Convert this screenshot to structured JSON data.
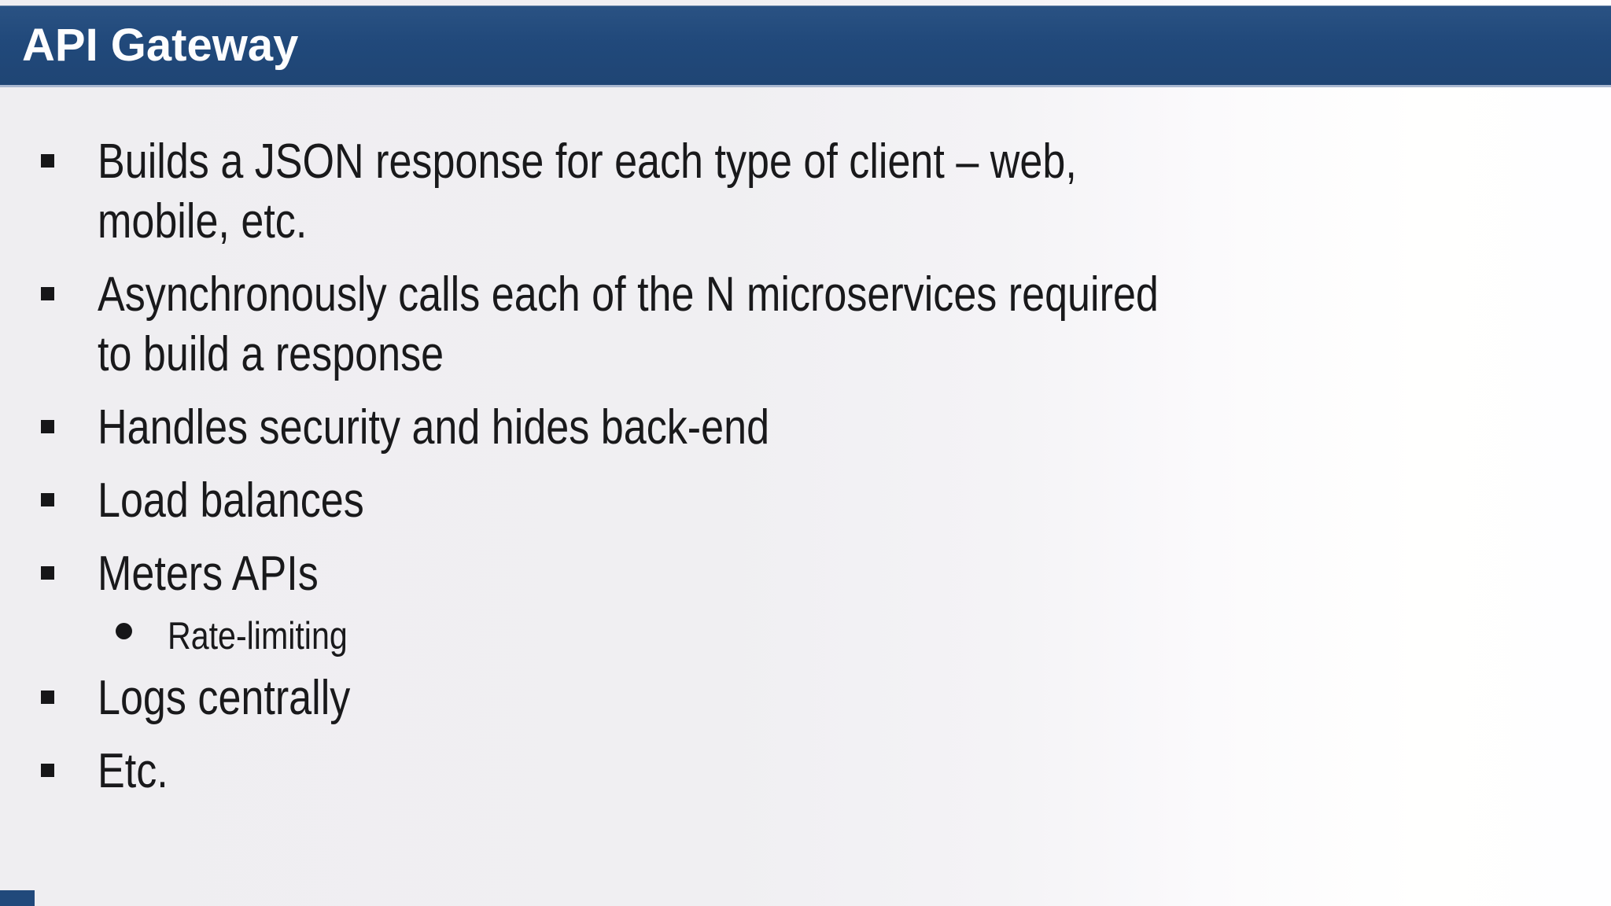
{
  "title_bar": {
    "title": "API Gateway",
    "bg_color": "#21497b",
    "title_color": "#fdfdfe",
    "bottom_edge_color": "#aab8d0"
  },
  "slide": {
    "bg_left_color": "#efeef1",
    "bg_right_color": "#fefeff",
    "text_color": "#19191b",
    "bullet_marker_square": "black-square",
    "bullet_marker_dot": "black-dot"
  },
  "bullets": [
    {
      "level": 1,
      "lines": [
        "Builds a JSON response for each type of client – web,",
        "mobile, etc."
      ]
    },
    {
      "level": 1,
      "lines": [
        "Asynchronously calls each of the N microservices required",
        "to build a response"
      ]
    },
    {
      "level": 1,
      "lines": [
        "Handles security and hides back-end"
      ]
    },
    {
      "level": 1,
      "lines": [
        "Load balances"
      ]
    },
    {
      "level": 1,
      "lines": [
        "Meters APIs"
      ]
    },
    {
      "level": 2,
      "lines": [
        "Rate-limiting"
      ]
    },
    {
      "level": 1,
      "lines": [
        "Logs centrally"
      ]
    },
    {
      "level": 1,
      "lines": [
        "Etc."
      ]
    }
  ],
  "decor": {
    "bottom_left_accent_color": "#21497b"
  }
}
